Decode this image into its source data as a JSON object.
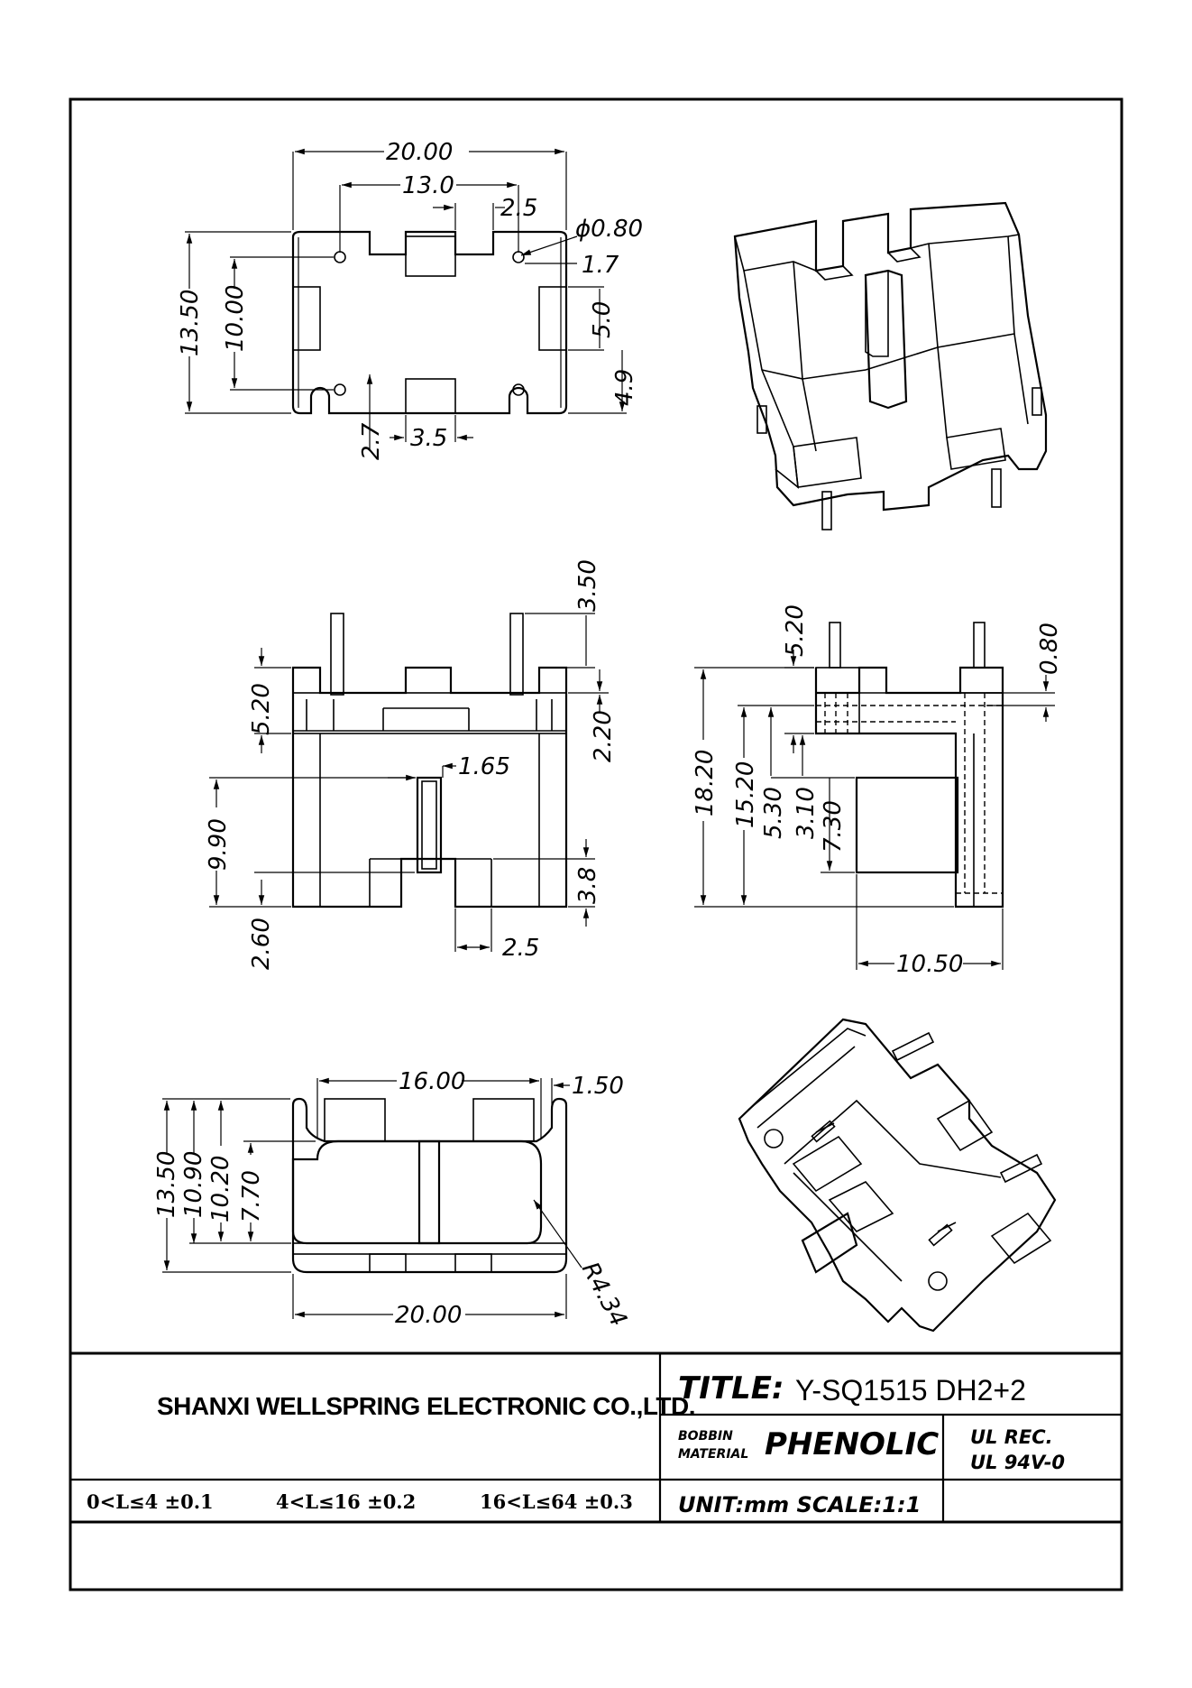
{
  "title_block": {
    "company": "SHANXI WELLSPRING ELECTRONIC CO.,LTD.",
    "title_label": "TITLE:",
    "title_value": "Y-SQ1515  DH2+2",
    "bobbin_label": "BOBBIN",
    "material_label": "MATERIAL",
    "material_value": "PHENOLIC",
    "ul_rec": "UL REC.",
    "ul_rating": "UL 94V-0",
    "unit_scale": "UNIT:mm SCALE:1:1",
    "tolerance_1": "0<L≤4   ±0.1",
    "tolerance_2": "4<L≤16   ±0.2",
    "tolerance_3": "16<L≤64   ±0.3"
  },
  "dimensions": {
    "top_width": "20.00",
    "pin_pitch": "13.0",
    "slot_width_top": "2.5",
    "hole_dia": "ϕ0.80",
    "hole_offset": "1.7",
    "top_height": "13.50",
    "top_inner_height": "10.00",
    "side_tab": "5.0",
    "bottom_offset": "4.9",
    "notch_depth": "2.7",
    "notch_width": "3.5",
    "pin_length": "3.50",
    "flange_height": "5.20",
    "flange_step": "2.20",
    "slot_width": "1.65",
    "body_height": "9.90",
    "bottom_notch": "3.8",
    "base_offset": "2.60",
    "bottom_slot": "2.5",
    "side_flange": "5.20",
    "pin_dia": "0.80",
    "total_height": "18.20",
    "core_height": "15.20",
    "d530": "5.30",
    "d310": "3.10",
    "d730": "7.30",
    "depth": "10.50",
    "bottom_inner": "16.00",
    "wall": "1.50",
    "b_height": "13.50",
    "b_1090": "10.90",
    "b_1020": "10.20",
    "b_770": "7.70",
    "radius": "R4.34",
    "bottom_width": "20.00"
  }
}
